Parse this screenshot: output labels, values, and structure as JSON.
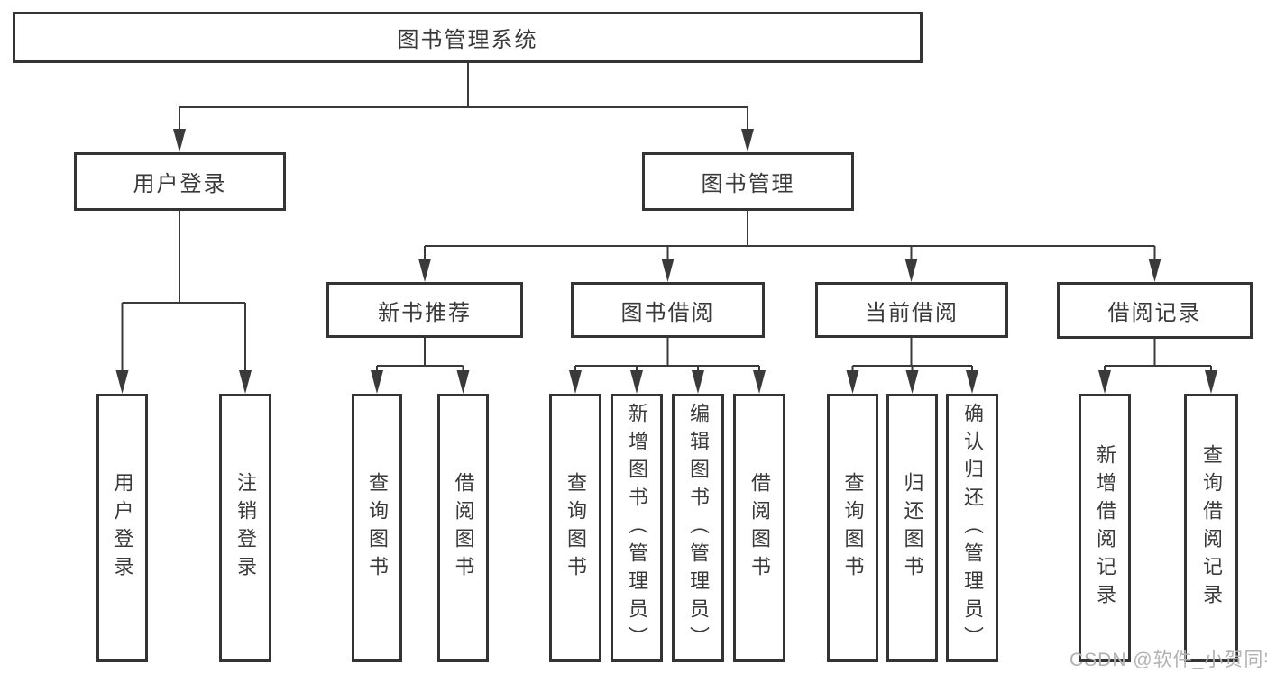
{
  "diagram": {
    "root": {
      "label": "图书管理系统"
    },
    "level2": {
      "user_login": {
        "label": "用户登录"
      },
      "book_mgmt": {
        "label": "图书管理"
      }
    },
    "level3": {
      "new_books": {
        "label": "新书推荐"
      },
      "book_borrow": {
        "label": "图书借阅"
      },
      "current_borrow": {
        "label": "当前借阅"
      },
      "borrow_records": {
        "label": "借阅记录"
      }
    },
    "level4": {
      "login": {
        "label": "用户登录"
      },
      "logout": {
        "label": "注销登录"
      },
      "nb_query": {
        "label": "查询图书"
      },
      "nb_borrow": {
        "label": "借阅图书"
      },
      "bb_query": {
        "label": "查询图书"
      },
      "bb_add": {
        "label": "新增图书（管理员）"
      },
      "bb_edit": {
        "label": "编辑图书（管理员）"
      },
      "bb_borrow": {
        "label": "借阅图书"
      },
      "cb_query": {
        "label": "查询图书"
      },
      "cb_return": {
        "label": "归还图书"
      },
      "cb_confirm": {
        "label": "确认归还（管理员）"
      },
      "br_add": {
        "label": "新增借阅记录"
      },
      "br_query": {
        "label": "查询借阅记录"
      }
    }
  },
  "watermark": {
    "label": "CSDN @软件_小贺同学"
  },
  "colors": {
    "line": "#3a3a3a",
    "box_border": "#343434",
    "text": "#3a3a3a",
    "watermark": "#b2b2b2",
    "background": "#ffffff"
  }
}
